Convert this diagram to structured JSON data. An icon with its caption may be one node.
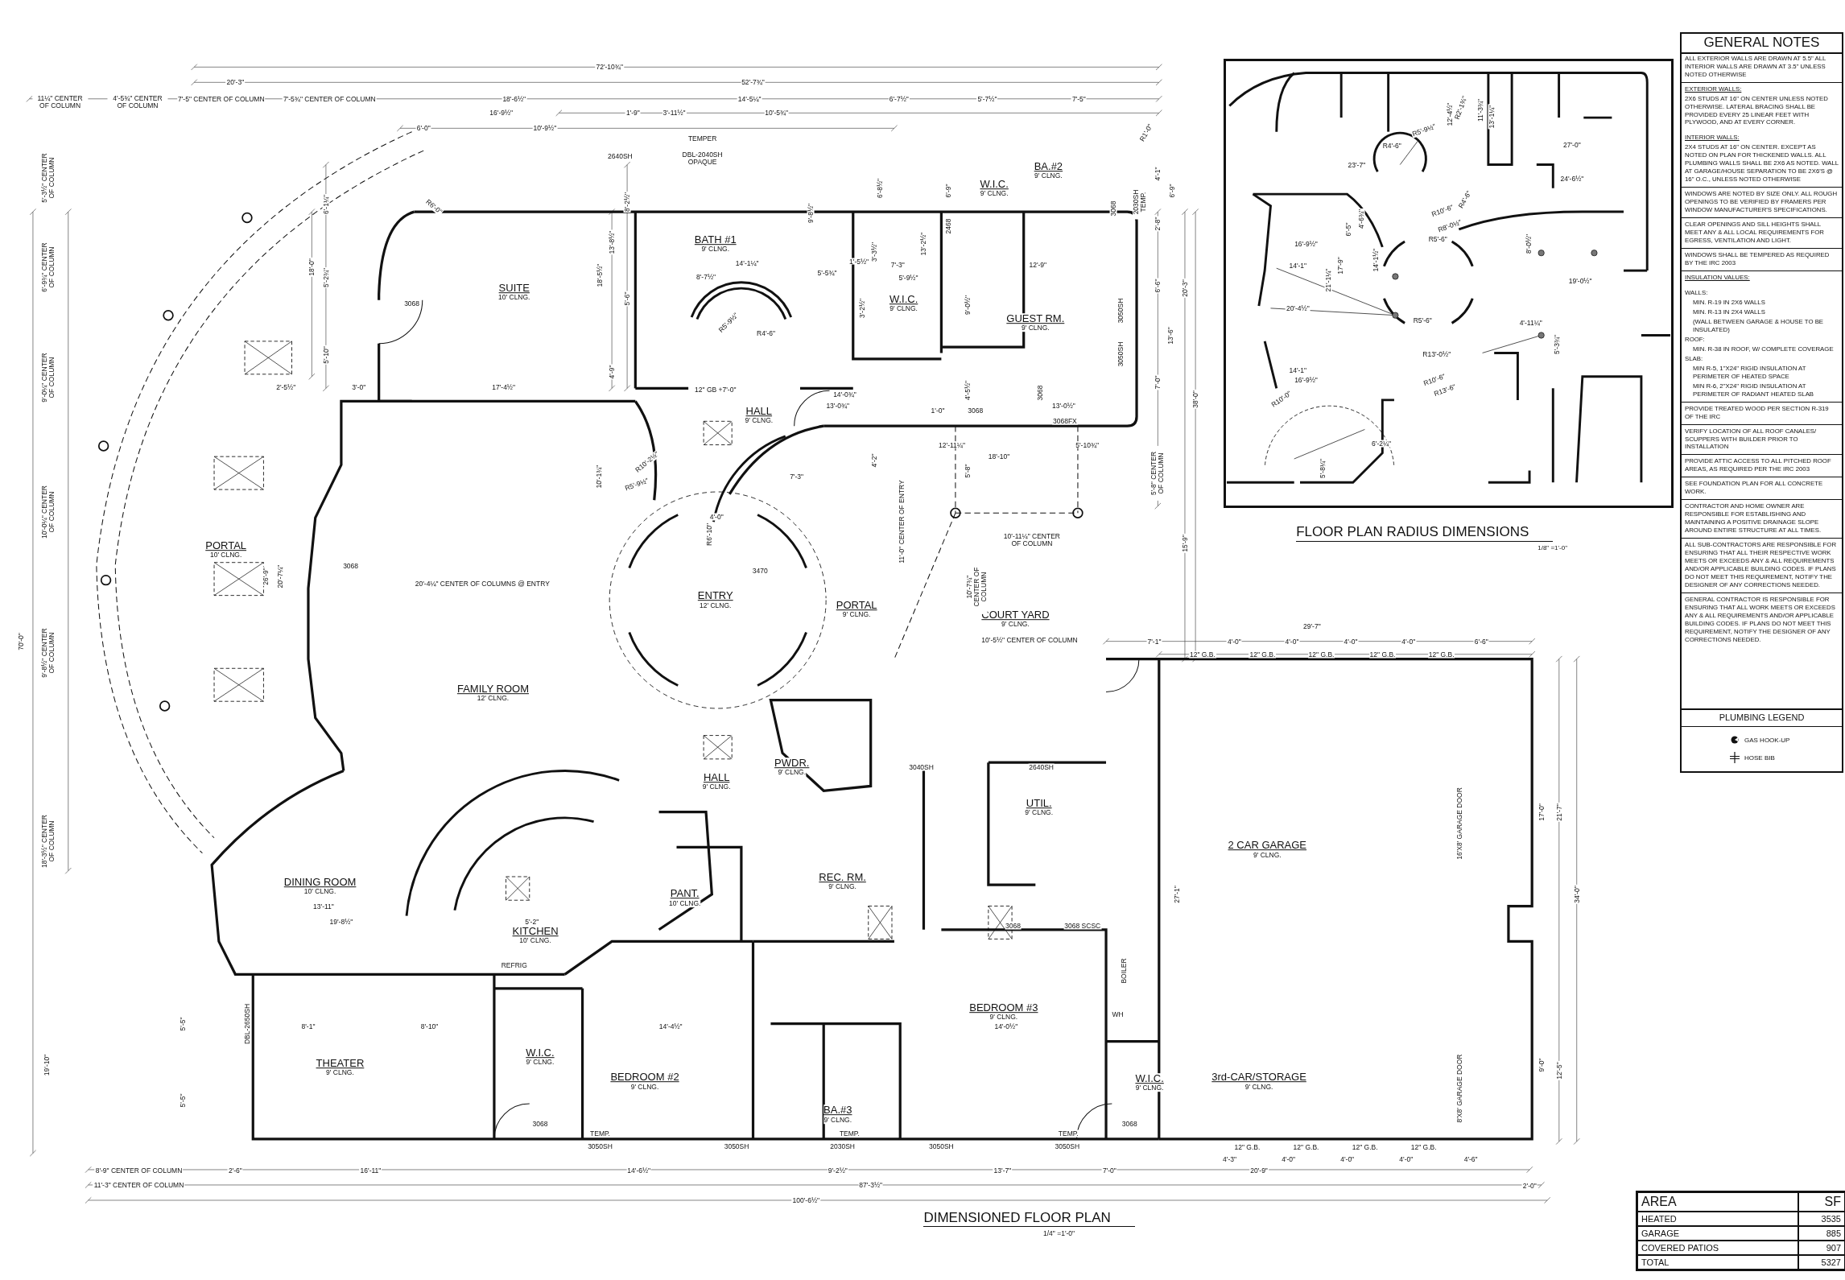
{
  "diagram": {
    "title": "DIMENSIONED FLOOR PLAN",
    "nodes": [
      {
        "text": [
          "SUITE",
          "10' CLNG."
        ]
      },
      {
        "text": [
          "BATH #1",
          "9' CLNG."
        ]
      },
      {
        "text": [
          "W.I.C.",
          "9' CLNG."
        ]
      },
      {
        "text": [
          "BA.#2",
          "9' CLNG."
        ]
      },
      {
        "text": [
          "W.I.C.",
          "9' CLNG."
        ]
      },
      {
        "text": [
          "GUEST RM.",
          "9' CLNG."
        ]
      },
      {
        "text": [
          "HALL",
          "9' CLNG."
        ]
      },
      {
        "text": [
          "PORTAL",
          "10' CLNG."
        ]
      },
      {
        "text": [
          "ENTRY",
          "12' CLNG."
        ]
      },
      {
        "text": [
          "PORTAL",
          "9' CLNG."
        ]
      },
      {
        "text": [
          "COURT YARD",
          "9' CLNG."
        ]
      },
      {
        "text": [
          "FAMILY ROOM",
          "12' CLNG."
        ]
      },
      {
        "text": [
          "PWDR.",
          "9' CLNG."
        ]
      },
      {
        "text": [
          "HALL",
          "9' CLNG."
        ]
      },
      {
        "text": [
          "UTIL.",
          "9' CLNG."
        ]
      },
      {
        "text": [
          "DINING ROOM",
          "10' CLNG."
        ]
      },
      {
        "text": [
          "REC. RM.",
          "9' CLNG."
        ]
      },
      {
        "text": [
          "2 CAR GARAGE",
          "9' CLNG."
        ]
      },
      {
        "text": [
          "PANT.",
          "10' CLNG."
        ]
      },
      {
        "text": [
          "KITCHEN",
          "10' CLNG."
        ]
      },
      {
        "text": [
          "BEDROOM #3",
          "9' CLNG."
        ]
      },
      {
        "text": [
          "THEATER",
          "9' CLNG."
        ]
      },
      {
        "text": [
          "W.I.C.",
          "9' CLNG."
        ]
      },
      {
        "text": [
          "BEDROOM #2",
          "9' CLNG."
        ]
      },
      {
        "text": [
          "BA.#3",
          "9' CLNG."
        ]
      },
      {
        "text": [
          "W.I.C.",
          "9' CLNG."
        ]
      },
      {
        "text": [
          "3rd-CAR/STORAGE",
          "9' CLNG."
        ]
      },
      {
        "text": [
          "GENERAL NOTES",
          "ALL EXTERIOR WALLS ARE DRAWN AT 5.5\" ALL INTERIOR WALLS ARE DRAWN AT 3.5\" UNLESS NOTED OTHERWISE",
          "EXTERIOR WALLS:",
          "2X6 STUDS AT 16\" ON CENTER UNLESS NOTED OTHERWISE. LATERAL BRACING SHALL BE PROVIDED EVERY 25 LINEAR FEET WITH PLYWOOD, AND AT EVERY CORNER.",
          "INTERIOR WALLS:",
          "2X4 STUDS AT 16\" ON CENTER. EXCEPT AS NOTED ON PLAN FOR THICKENED WALLS. ALL PLUMBING WALLS SHALL BE 2X6 AS NOTED. WALL AT GARAGE/HOUSE SEPARATION TO BE 2X6'S @ 16\" O.C., UNLESS NOTED OTHERWISE",
          "WINDOWS ARE NOTED BY SIZE ONLY. ALL ROUGH OPENINGS TO BE VERIFIED BY FRAMERS PER WINDOW MANUFACTURER'S SPECIFICATIONS.",
          "CLEAR OPENINGS AND SILL HEIGHTS SHALL MEET ANY & ALL LOCAL REQUIREMENTS FOR EGRESS, VENTILATION AND LIGHT.",
          "WINDOWS SHALL BE TEMPERED AS REQUIRED BY THE IRC 2003",
          "INSULATION VALUES:",
          "WALLS:",
          "MIN. R-19 IN 2X6 WALLS",
          "MIN. R-13 IN 2X4 WALLS",
          "(WALL BETWEEN GARAGE & HOUSE TO BE INSULATED)",
          "ROOF:",
          "MIN. R-38 IN ROOF, W/ COMPLETE COVERAGE",
          "SLAB:",
          "MIN R-5, 1\"X24\" RIGID INSULATION AT PERIMETER OF HEATED SPACE",
          "MIN R-6, 2\"X24\" RIGID INSULATION AT PERIMETER OF RADIANT HEATED SLAB",
          "PROVIDE TREATED WOOD PER SECTION R-319 OF THE IRC",
          "VERIFY LOCATION OF ALL ROOF CANALES/ SCUPPERS WITH BUILDER PRIOR TO INSTALLATION",
          "PROVIDE ATTIC ACCESS TO ALL PITCHED ROOF AREAS, AS REQUIRED PER THE IRC 2003",
          "SEE FOUNDATION PLAN FOR ALL CONCRETE WORK.",
          "CONTRACTOR AND HOME OWNER ARE RESPONSIBLE FOR ESTABLISHING AND MAINTAINING A POSITIVE DRAINAGE SLOPE AROUND ENTIRE STRUCTURE AT ALL TIMES.",
          "ALL SUB-CONTRACTORS ARE RESPONSIBLE FOR ENSURING THAT ALL THEIR RESPECTIVE WORK MEETS OR EXCEEDS ANY & ALL REQUIREMENTS AND/OR APPLICABLE BUILDING CODES. IF PLANS DO NOT MEET THIS REQUIREMENT, NOTIFY THE DESIGNER OF ANY CORRECTIONS NEEDED.",
          "GENERAL CONTRACTOR IS RESPONSIBLE FOR ENSURING THAT ALL WORK MEETS OR EXCEEDS ANY & ALL REQUIREMENTS AND/OR APPLICABLE BUILDING CODES. IF PLANS DO NOT MEET THIS REQUIREMENT, NOTIFY THE DESIGNER OF ANY CORRECTIONS NEEDED."
        ]
      },
      {
        "text": [
          "FLOOR PLAN RADIUS DIMENSIONS",
          "1/8\" =1'-0\""
        ]
      }
    ],
    "labels": [
      "72'-10¾\"",
      "20'-3\"",
      "52'-7¾\"",
      "11¼\" CENTER OF COLUMN",
      "4'-5¾\" CENTER OF COLUMN",
      "7'-5\" CENTER OF COLUMN",
      "7'-5¾\" CENTER OF COLUMN",
      "18'-6½\"",
      "14'-5¼\"",
      "6'-7½\"",
      "5'-7½\"",
      "7'-5\"",
      "16'-9½\"",
      "1'-9\"",
      "3'-11½\"",
      "10'-5¾\"",
      "6'-0\"",
      "10'-9½\"",
      "R1'-0\"",
      "TEMPER",
      "2640SH",
      "DBL-2040SH OPAQUE",
      "5'-3½\" CENTER OF COLUMN",
      "6'-9¾\" CENTER OF COLUMN",
      "9'-0¼\" CENTER OF COLUMN",
      "10'-0¼\" CENTER OF COLUMN",
      "9'-8½\" CENTER OF COLUMN",
      "18'-3½\" CENTER OF COLUMN",
      "70'-0\"",
      "19'-10\"",
      "6'-1¼\"",
      "R6'-0\"",
      "18'-0\"",
      "5'-2¾\"",
      "3068",
      "5'-10\"",
      "2'-5½\"",
      "3'-0\"",
      "17'-4½\"",
      "8'-2½\"",
      "9'-8½\"",
      "13'-8½\"",
      "14'-1¼\"",
      "18'-5½\"",
      "8'-7½\"",
      "5'-6\"",
      "R5'-9½\"",
      "R4'-6\"",
      "4'-9\"",
      "12\" GB +7'-0\"",
      "4'-1\"",
      "6'-8½\"",
      "6'-9\"",
      "6'-9\"",
      "3068",
      "2030SH TEMP.",
      "2468",
      "2'-8\"",
      "3'-3½\"",
      "13'-2½\"",
      "1'-5½\"",
      "7'-3\"",
      "12'-9\"",
      "5'-5¾\"",
      "5'-9½\"",
      "6'-6\"",
      "20'-3\"",
      "3'-2½\"",
      "9'-0½\"",
      "3050SH",
      "13'-6\"",
      "3050SH",
      "7'-0\"",
      "14'-0¾\"",
      "4'-5½\"",
      "3068",
      "13'-0¾\"",
      "1'-0\"",
      "3068",
      "13'-0½\"",
      "38'-0\"",
      "3068FX",
      "4'-2\"",
      "12'-11¼\"",
      "18'-10\"",
      "5'-10¾\"",
      "5'-8\"",
      "5'-8\" CENTER OF COLUMN",
      "10'-1¾\"",
      "R10'-2½\"",
      "7'-3\"",
      "R5'-9½\"",
      "4'-0\"",
      "11'-0\" CENTER OF ENTRY",
      "R6'-10\"",
      "10'-11¼\" CENTER OF COLUMN",
      "15'-9\"",
      "3068",
      "3470",
      "26'-9\"",
      "20'-7¼\"",
      "20'-4¼\" CENTER OF COLUMNS @ ENTRY",
      "10'-7¾\" CENTER OF COLUMN",
      "29'-7\"",
      "10'-5½\" CENTER OF COLUMN",
      "7'-1\"",
      "4'-0\"",
      "4'-0\"",
      "4'-0\"",
      "4'-0\"",
      "6'-6\"",
      "12\" G.B.",
      "12\" G.B.",
      "12\" G.B.",
      "12\" G.B.",
      "12\" G.B.",
      "17'-0\"",
      "21'-7\"",
      "16'X8' GARAGE DOOR",
      "27'-1\"",
      "34'-0\"",
      "9'-0\"",
      "12'-5\"",
      "8'X8' GARAGE DOOR",
      "3040SH",
      "2640SH",
      "3068",
      "3068 SCSC",
      "BOILER",
      "WH",
      "13'-11\"",
      "19'-8½\"",
      "5'-2\"",
      "REFRIG",
      "DBL-2650SH",
      "8'-1\"",
      "8'-10\"",
      "14'-4½\"",
      "14'-0½\"",
      "5'-5\"",
      "5'-5\"",
      "3068",
      "3068",
      "TEMP.",
      "TEMP.",
      "TEMP.",
      "3050SH",
      "3050SH",
      "2030SH",
      "3050SH",
      "3050SH",
      "12\" G.B.",
      "12\" G.B.",
      "12\" G.B.",
      "12\" G.B.",
      "4'-3\"",
      "4'-0\"",
      "4'-0\"",
      "4'-0\"",
      "4'-6\"",
      "8'-9\" CENTER OF COLUMN",
      "2'-6\"",
      "16'-11\"",
      "14'-6½\"",
      "9'-2½\"",
      "13'-7\"",
      "7'-0\"",
      "20'-9\"",
      "11'-3\" CENTER OF COLUMN",
      "87'-3½\"",
      "2'-0\"",
      "100'-6½\"",
      "1/4\" =1'-0\"",
      "12'-4½\"",
      "R2'-1¾\"",
      "11'-3¾\"",
      "13'-1¼\"",
      "R5'-9½\"",
      "R4'-6\"",
      "27'-0\"",
      "23'-7\"",
      "24'-6½\"",
      "R4'-6\"",
      "R10'-6\"",
      "4'-6¾\"",
      "6'-5\"",
      "R8'-0½\"",
      "R5'-6\"",
      "16'-9½\"",
      "8'-0½\"",
      "14'-1½\"",
      "14'-1\"",
      "17'-9\"",
      "21'-1¼\"",
      "19'-0½\"",
      "20'-4½\"",
      "R5'-6\"",
      "4'-11¼\"",
      "5'-3¾\"",
      "R13'-0½\"",
      "14'-1\"",
      "R10'-6\"",
      "16'-9½\"",
      "R13'-6\"",
      "R10'-0\"",
      "6'-2¼\"",
      "5'-8¼\"",
      "PLUMBING LEGEND",
      "AREA",
      "SF",
      "HEATED",
      "3535",
      "GARAGE",
      "885",
      "COVERED PATIOS",
      "907",
      "TOTAL",
      "5327"
    ],
    "legend": [
      {
        "text": "GAS HOOK-UP"
      },
      {
        "text": "HOSE BIB"
      }
    ]
  }
}
